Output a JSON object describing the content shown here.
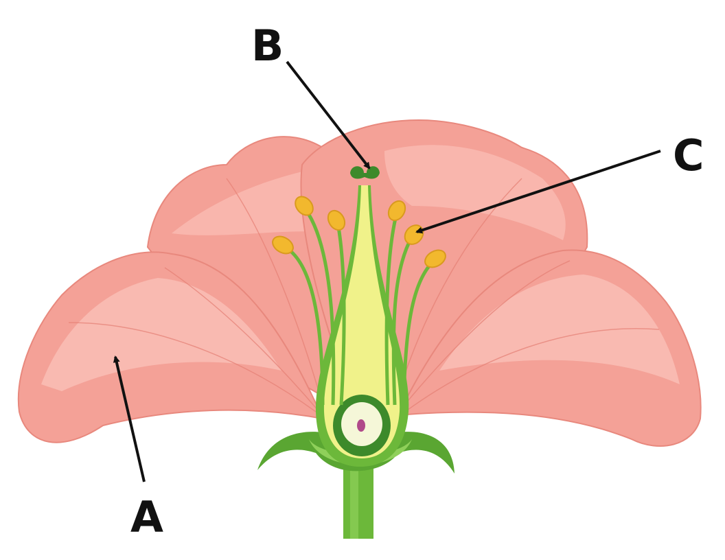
{
  "diagram": {
    "labels": {
      "a": "A",
      "b": "B",
      "c": "C"
    },
    "colors": {
      "petal": "#f4a197",
      "petal_light": "#fbc5bc",
      "petal_edge": "#e8887d",
      "green": "#6cb83a",
      "dark_green": "#3d8a2b",
      "yellow": "#f0f28a",
      "anther": "#f2b82e"
    }
  }
}
